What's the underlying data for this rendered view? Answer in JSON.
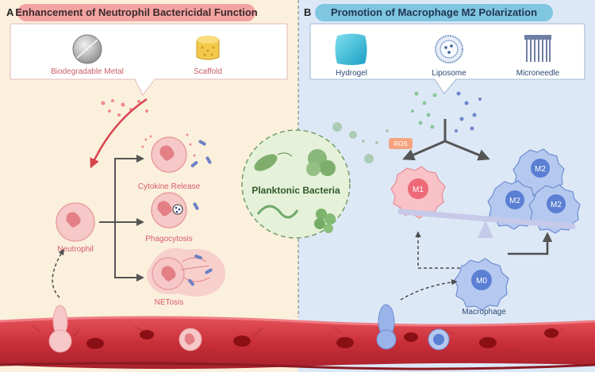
{
  "panel_a": {
    "letter": "A",
    "title": "Enhancement of Neutrophil Bactericidal Function",
    "materials": [
      "Biodegradable Metal",
      "Scaffold"
    ],
    "cells": {
      "neutrophil": "Neutrophil",
      "cytokine": "Cytokine Release",
      "phagocytosis": "Phagocytosis",
      "netosis": "NETosis"
    }
  },
  "panel_b": {
    "letter": "B",
    "title": "Promotion of Macrophage M2 Polarization",
    "materials": [
      "Hydrogel",
      "Liposome",
      "Microneedle"
    ],
    "ros": "ROS",
    "m1": "M1",
    "m2": "M2",
    "m0": "M0",
    "macrophage": "Macrophage"
  },
  "center": {
    "label": "Planktonic Bacteria"
  },
  "colors": {
    "panel_a_bg": "#fbf0dc",
    "panel_b_bg": "#dde8f7",
    "pink_text": "#e0747c",
    "blue_text": "#3a5a8c",
    "title_a_bg": "#f4a3a3",
    "title_b_bg": "#7fc6e0",
    "vessel": "#c9343d",
    "bacteria_green": "#6fa86b"
  }
}
